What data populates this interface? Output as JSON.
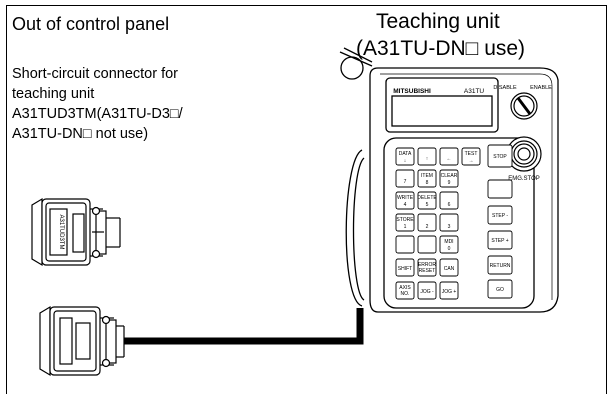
{
  "labels": {
    "panel_title": "Out of control panel",
    "connector_desc_line1": "Short-circuit connector for",
    "connector_desc_line2": "teaching unit",
    "connector_desc_line3": "A31TUD3TM(A31TU-D3□/",
    "connector_desc_line4": "A31TU-DN□ not use)",
    "teaching_unit_title": "Teaching unit",
    "teaching_unit_model": "(A31TU-DN□ use)",
    "connector_stamp": "A31TUD3TM"
  },
  "device": {
    "brand": "MITSUBISHI",
    "model": "A31TU",
    "switch_left": "DISABLE",
    "switch_right": "ENABLE",
    "estop_label": "EMG.STOP",
    "keys": {
      "data": "DATA",
      "test": "TEST",
      "stop": "STOP",
      "item": "ITEM",
      "clear": "CLEAR",
      "write": "WRITE",
      "delete": "DELETE",
      "store": "STORE",
      "mdi": "MDI",
      "shift": "SHIFT",
      "error_reset_1": "ERROR",
      "error_reset_2": "RESET",
      "can": "CAN",
      "axis_1": "AXIS",
      "axis_2": "NO.",
      "jog_minus": "JOG -",
      "jog_plus": "JOG +",
      "go": "GO",
      "return": "RETURN",
      "step": "STEP -",
      "step_plus": "STEP +",
      "n0": "0",
      "n1": "1",
      "n2": "2",
      "n3": "3",
      "n4": "4",
      "n5": "5",
      "n6": "6",
      "n7": "7",
      "n8": "8",
      "n9": "9"
    }
  }
}
